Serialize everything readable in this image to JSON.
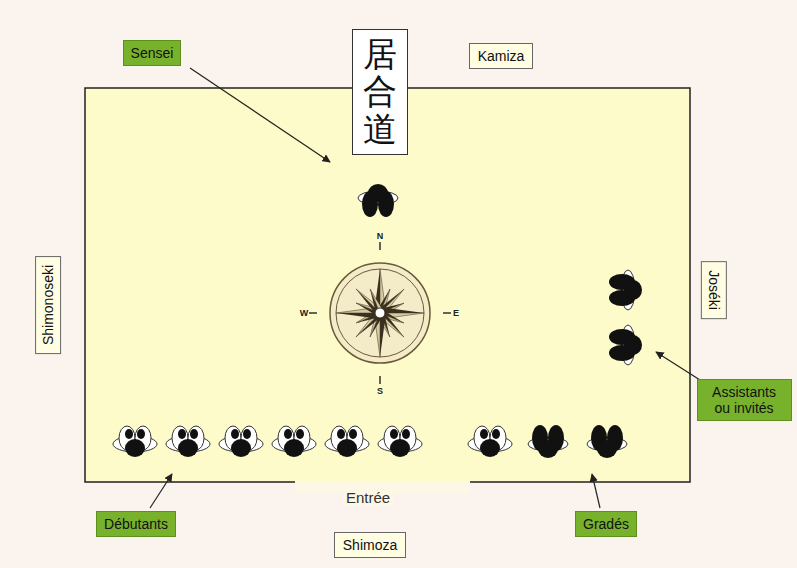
{
  "diagram": {
    "nodes": [
      {
        "text": [
          "Sensei"
        ]
      },
      {
        "text": [
          "居合道"
        ]
      },
      {
        "text": [
          "Kamiza"
        ]
      },
      {
        "text": [
          "Shimonoseki"
        ]
      },
      {
        "text": [
          "Joséki"
        ]
      },
      {
        "text": [
          "Assistants ou invités"
        ]
      },
      {
        "text": [
          "Débutants"
        ]
      },
      {
        "text": [
          "Gradés"
        ]
      },
      {
        "text": [
          "Shimoza"
        ]
      }
    ],
    "labels": [
      "N",
      "W",
      "E",
      "S",
      "Entrée"
    ]
  }
}
